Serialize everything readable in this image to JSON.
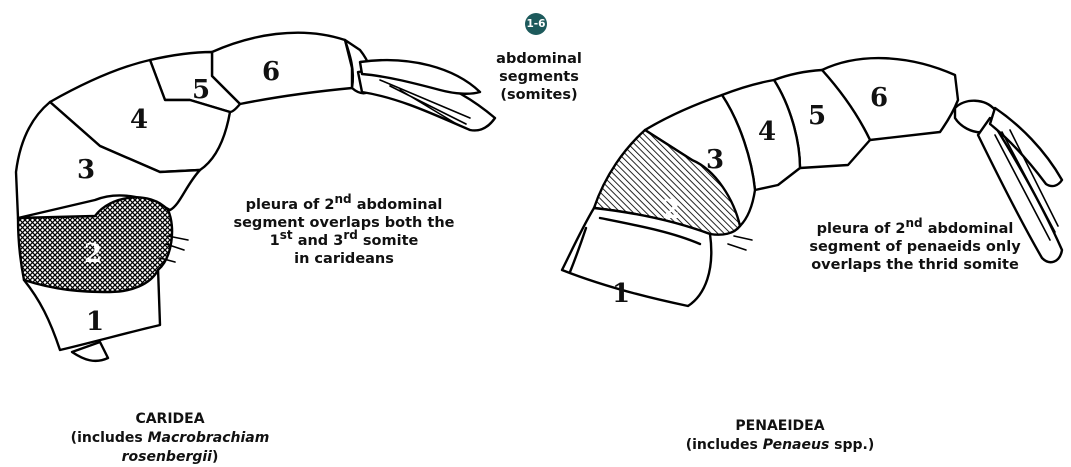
{
  "key": {
    "badge": "1-6",
    "line1": "abdominal segments",
    "line2": "(somites)"
  },
  "caridea": {
    "segments": [
      "1",
      "2",
      "3",
      "4",
      "5",
      "6"
    ],
    "note": {
      "l1a": "pleura of 2",
      "l1sup": "nd",
      "l1b": " abdominal",
      "l2": "segment overlaps both the",
      "l3a": "1",
      "l3sup1": "st",
      "l3b": " and 3",
      "l3sup2": "rd",
      "l3c": " somite",
      "l4": "in carideans"
    },
    "caption": {
      "name": "CARIDEA",
      "pre": "(includes ",
      "species": "Macrobrachiam rosenbergii",
      "post": ")"
    }
  },
  "penaeidea": {
    "segments": [
      "1",
      "2",
      "3",
      "4",
      "5",
      "6"
    ],
    "note": {
      "l1a": "pleura of 2",
      "l1sup": "nd",
      "l1b": " abdominal",
      "l2": "segment of penaeids only",
      "l3": "overlaps the thrid somite"
    },
    "caption": {
      "name": "PENAEIDEA",
      "pre": "(includes ",
      "species": "Penaeus",
      "post": " spp.)"
    }
  },
  "colors": {
    "badge": "#1d5a5c",
    "ink": "#000000"
  }
}
